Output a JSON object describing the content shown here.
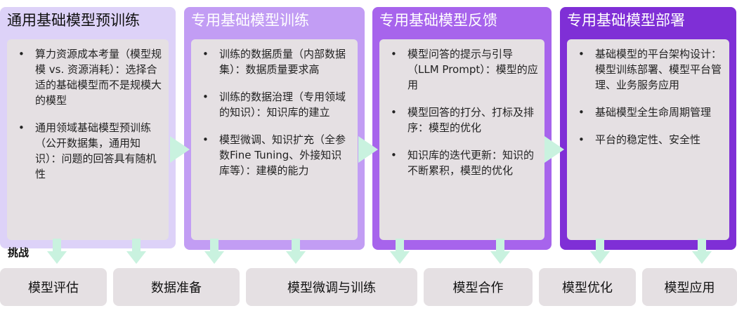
{
  "stages": [
    {
      "title": "通用基础模型预训练",
      "items": [
        "算力资源成本考量（模型规模 vs. 资源消耗）：选择合适的基础模型而不是规模大的模型",
        "通用领域基础模型预训练（公开数据集，通用知识）：问题的回答具有随机性"
      ]
    },
    {
      "title": "专用基础模型训练",
      "items": [
        "训练的数据质量（内部数据集）：数据质量要求高",
        "训练的数据治理（专用领域的知识）：知识库的建立",
        "模型微调、知识扩充（全参数Fine Tuning、外接知识库等）：建模的能力"
      ]
    },
    {
      "title": "专用基础模型反馈",
      "items": [
        "模型问答的提示与引导（LLM Prompt）：模型的应用",
        "模型回答的打分、打标及排序：模型的优化",
        "知识库的迭代更新：知识的不断累积，模型的优化"
      ]
    },
    {
      "title": "专用基础模型部署",
      "items": [
        "基础模型的平台架构设计：模型训练部署、模型平台管理、业务服务应用",
        "基础模型全生命周期管理",
        "平台的稳定性、安全性"
      ]
    }
  ],
  "challenge_label": "挑战",
  "challenges": [
    "模型评估",
    "数据准备",
    "模型微调与训练",
    "模型合作",
    "模型优化",
    "模型应用"
  ],
  "colors": {
    "stage_fills": [
      "#ddd2f8",
      "#c29df4",
      "#a764ec",
      "#7f2fd6"
    ],
    "card": "#e5e0e3",
    "arrow": "#c9f2df"
  }
}
